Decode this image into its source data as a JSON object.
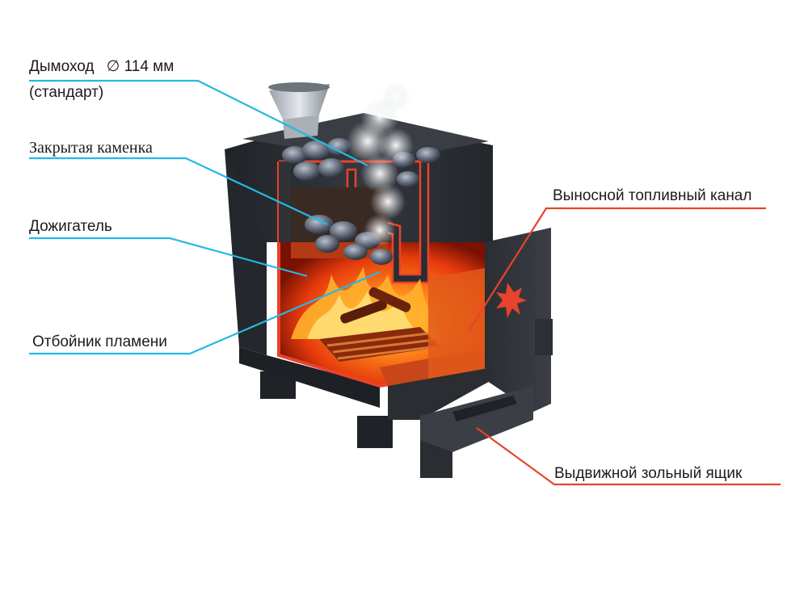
{
  "callouts": {
    "chimney": {
      "line1": "Дымоход",
      "diam": "∅",
      "value": "114 мм",
      "line2": "(стандарт)"
    },
    "closed_heater": {
      "text": "Закрытая каменка"
    },
    "afterburner": {
      "text": "Дожигатель"
    },
    "flame_deflector": {
      "text": "Отбойник пламени"
    },
    "remote_fuel_channel": {
      "text": "Выносной топливный канал"
    },
    "ash_drawer": {
      "text": "Выдвижной зольный ящик"
    }
  },
  "colors": {
    "left_leader": "#25b8e4",
    "right_leader": "#e8432c",
    "stove_body": "#2b2e33",
    "fire": "#ff6a10"
  },
  "icons": [
    "steam-cloud",
    "stones",
    "flame",
    "grate",
    "logo-mark"
  ]
}
